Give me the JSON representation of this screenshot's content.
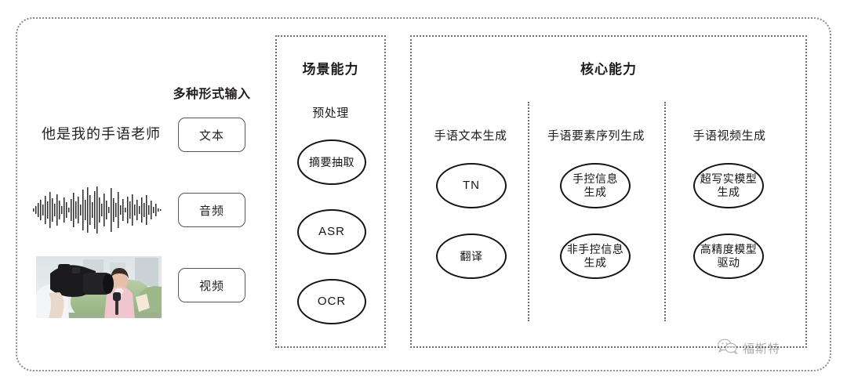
{
  "diagram": {
    "title_hidden": "",
    "input_section": {
      "heading": "多种形式输入",
      "sample_sentence": "他是我的手语老师",
      "chips": [
        {
          "label": "文本",
          "icon": "text-icon"
        },
        {
          "label": "音频",
          "icon": "audio-waveform-icon"
        },
        {
          "label": "视频",
          "icon": "video-thumbnail-icon"
        }
      ]
    },
    "scene_panel": {
      "title": "场景能力",
      "group_label": "预处理",
      "nodes": [
        {
          "label": "摘要抽取",
          "latin": false
        },
        {
          "label": "ASR",
          "latin": true
        },
        {
          "label": "OCR",
          "latin": true
        }
      ]
    },
    "core_panel": {
      "title": "核心能力",
      "columns": [
        {
          "heading": "手语文本生成",
          "nodes": [
            {
              "label": "TN",
              "latin": true
            },
            {
              "label": "翻译",
              "latin": false
            }
          ]
        },
        {
          "heading": "手语要素序列生成",
          "nodes": [
            {
              "label": "手控信息\n生成",
              "latin": false
            },
            {
              "label": "非手控信息\n生成",
              "latin": false
            }
          ]
        },
        {
          "heading": "手语视频生成",
          "nodes": [
            {
              "label": "超写实模型\n生成",
              "latin": false
            },
            {
              "label": "高精度模型\n驱动",
              "latin": false
            }
          ]
        }
      ]
    },
    "watermark": {
      "icon": "wechat-icon",
      "text": "福斯特"
    },
    "colors": {
      "frame": "#8b8b8b",
      "panel_border": "#6f6f6f",
      "node_border": "#141414",
      "text": "#1c1c1c",
      "chip_border": "#555555"
    }
  }
}
